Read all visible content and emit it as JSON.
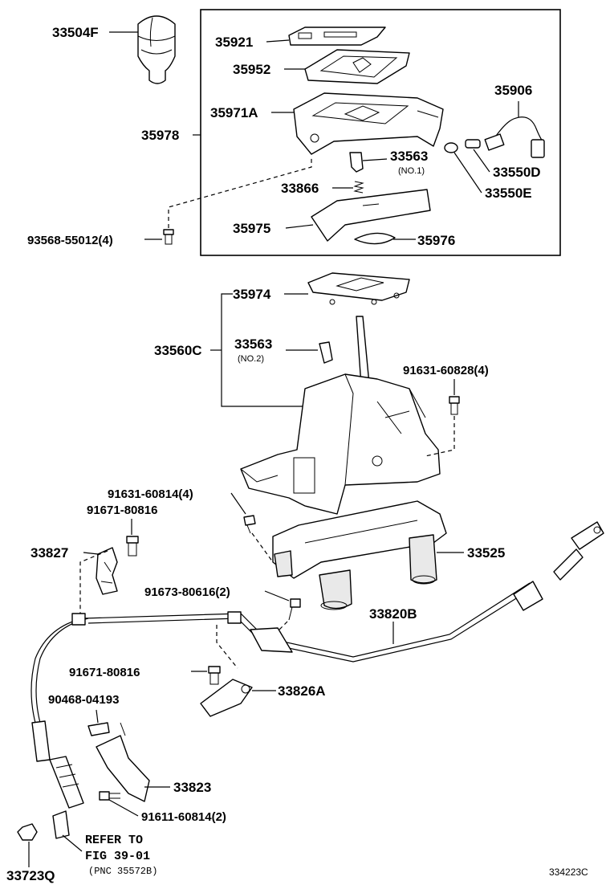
{
  "labels": {
    "p33504F": "33504F",
    "p35921": "35921",
    "p35952": "35952",
    "p35906": "35906",
    "p35971A": "35971A",
    "p35978": "35978",
    "p33563a": "33563",
    "p33563a_note": "(NO.1)",
    "p33550D": "33550D",
    "p33866": "33866",
    "p33550E": "33550E",
    "p93568": "93568-55012(4)",
    "p35975": "35975",
    "p35976": "35976",
    "p35974": "35974",
    "p33560C": "33560C",
    "p33563b": "33563",
    "p33563b_note": "(NO.2)",
    "p91631_60828": "91631-60828(4)",
    "p91631_60814": "91631-60814(4)",
    "p91671_a": "91671-80816",
    "p33827": "33827",
    "p33525": "33525",
    "p91673": "91673-80616(2)",
    "p33820B": "33820B",
    "p91671_b": "91671-80816",
    "p33826A": "33826A",
    "p90468": "90468-04193",
    "p33823": "33823",
    "p91611": "91611-60814(2)",
    "p33723Q": "33723Q"
  },
  "reference": {
    "line1": "REFER TO",
    "line2": "FIG 39-01",
    "line3": "(PNC 35572B)"
  },
  "figure_code": "334223C"
}
